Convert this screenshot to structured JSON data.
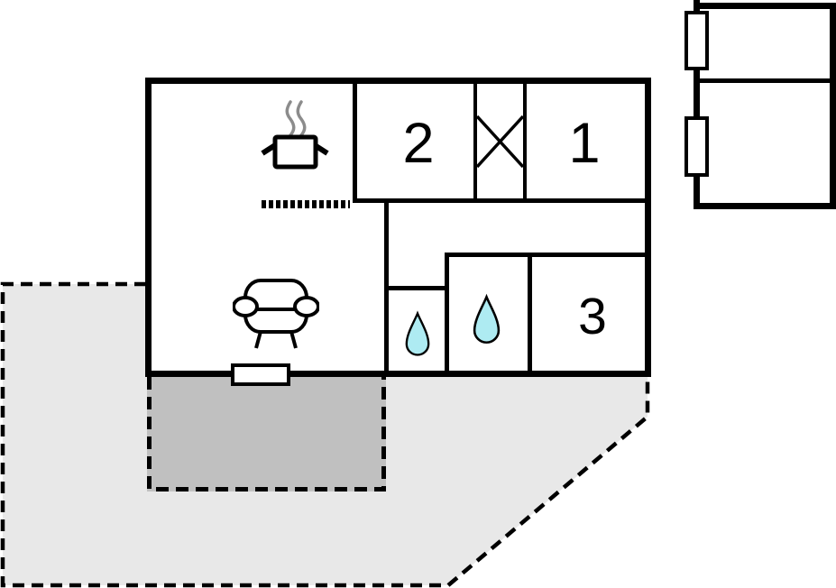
{
  "plan": {
    "title": "holiday-home-floor-plan",
    "rooms": [
      {
        "name": "bedroom-2",
        "label": "2"
      },
      {
        "name": "bedroom-1",
        "label": "1"
      },
      {
        "name": "room-3",
        "label": "3"
      }
    ],
    "icons": [
      {
        "name": "stove-pot-icon",
        "meaning": "kitchen / stove"
      },
      {
        "name": "sofa-icon",
        "meaning": "living room"
      },
      {
        "name": "x-marker-icon",
        "meaning": "wardrobe / closet niche"
      },
      {
        "name": "water-drop-icon",
        "meaning": "bathroom / shower"
      },
      {
        "name": "water-drop-icon",
        "meaning": "toilet"
      }
    ],
    "areas": [
      {
        "name": "terrace",
        "style": "light-gray dashed outline"
      },
      {
        "name": "deck",
        "style": "dark-gray dashed outline"
      },
      {
        "name": "annex",
        "style": "detached outbuilding, two rooms, two wall openings"
      }
    ]
  },
  "colors": {
    "wall": "#000000",
    "floor": "#ffffff",
    "terrace_fill": "#e8e8e8",
    "deck_fill": "#c0c0c0",
    "water_drop_fill": "#aeebf2",
    "steam": "#8c8c8c"
  }
}
